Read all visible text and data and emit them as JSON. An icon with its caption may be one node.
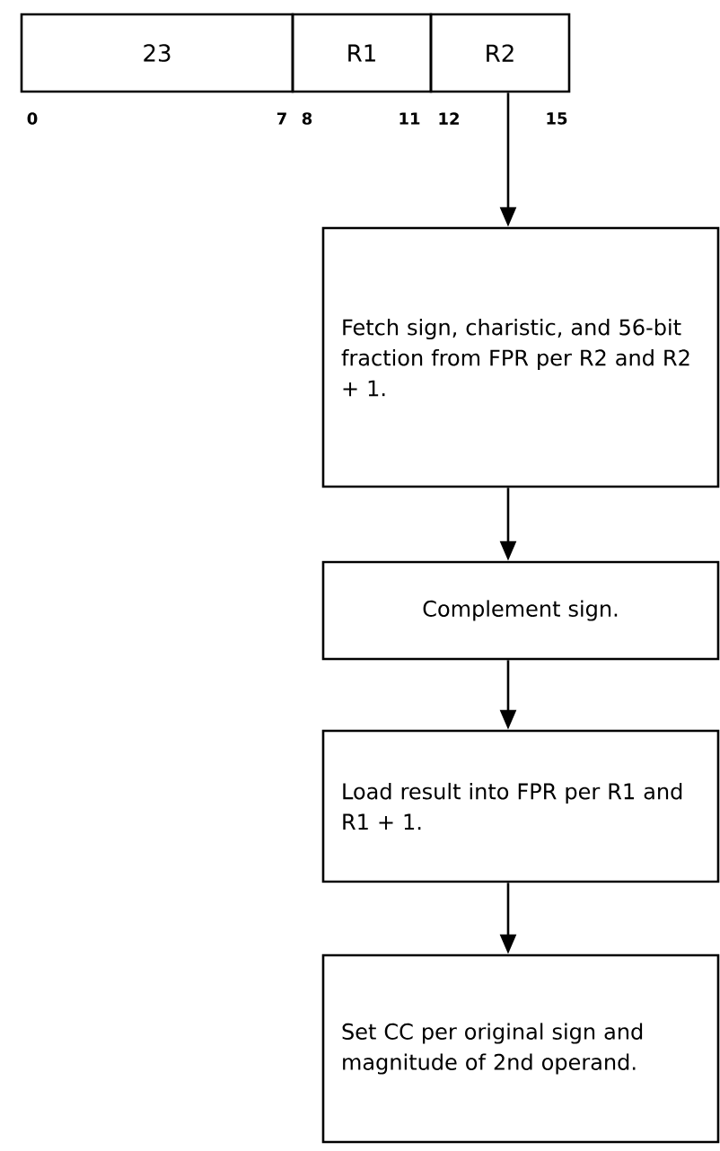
{
  "diagram": {
    "nodes": [
      {
        "text": [
          "23"
        ]
      },
      {
        "text": [
          "R1"
        ]
      },
      {
        "text": [
          "R2"
        ]
      },
      {
        "text": [
          "Fetch sign, charistic, and 56-bit fraction from FPR per R2 and R2 + 1."
        ]
      },
      {
        "text": [
          "Complement sign."
        ]
      },
      {
        "text": [
          "Load result into FPR per R1 and R1 + 1."
        ]
      },
      {
        "text": [
          "Set CC per original sign and magnitude of 2nd operand."
        ]
      }
    ],
    "edges": [
      {
        "from": 2,
        "to": 3,
        "arrow": "to"
      },
      {
        "from": 3,
        "to": 4,
        "arrow": "to"
      },
      {
        "from": 4,
        "to": 5,
        "arrow": "to"
      },
      {
        "from": 5,
        "to": 6,
        "arrow": "to"
      }
    ],
    "labels": [
      "0",
      "7",
      "8",
      "11",
      "12",
      "15"
    ]
  }
}
